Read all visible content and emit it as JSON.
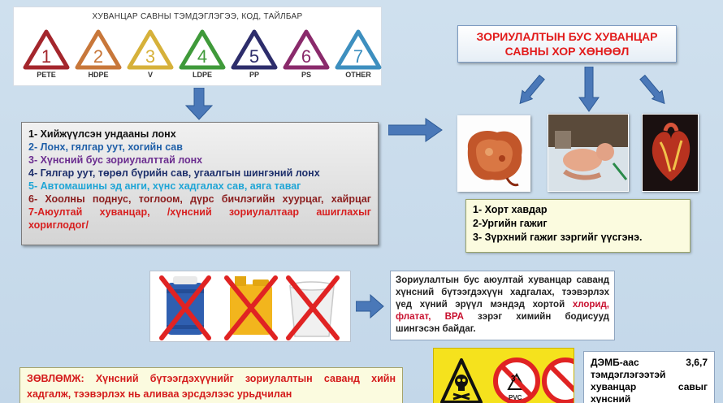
{
  "codes_panel": {
    "title": "ХУВАНЦАР САВНЫ ТЭМДЭГЛЭГЭЭ, КОД, ТАЙЛБАР",
    "codes": [
      {
        "number": "1",
        "label": "PETE",
        "color": "#a4262c"
      },
      {
        "number": "2",
        "label": "HDPE",
        "color": "#c8773a"
      },
      {
        "number": "3",
        "label": "V",
        "color": "#d6b13a"
      },
      {
        "number": "4",
        "label": "LDPE",
        "color": "#3f9a3a"
      },
      {
        "number": "5",
        "label": "PP",
        "color": "#2d2d6b"
      },
      {
        "number": "6",
        "label": "PS",
        "color": "#8a2a6b"
      },
      {
        "number": "7",
        "label": "OTHER",
        "color": "#3d8fbf"
      }
    ]
  },
  "list": {
    "items": [
      {
        "text": "1-  Хийжүүлсэн ундааны лонх",
        "color": "#111111"
      },
      {
        "text": "2- Лонх, гялгар уут, хогийн сав",
        "color": "#1f5fa8"
      },
      {
        "text": "3- Хүнсний бус зориулалттай лонх",
        "color": "#6b2d8f"
      },
      {
        "text": "4- Гялгар уут, төрөл бүрийн сав, угаалгын шингэний лонх",
        "color": "#1d2f6b"
      },
      {
        "text": "5- Автомашины эд анги, хүнс хадгалах сав, аяга таваг",
        "color": "#1ea5d6"
      },
      {
        "text": "6-  Хоолны поднус, тоглоом, дүрс бичлэгийн хуурцаг, хайрцаг",
        "color": "#8b1e1e"
      },
      {
        "text": "7-Аюултай хуванцар, /хүнсний зориулалтаар ашиглахыг хориглодог/",
        "color": "#d71f1f"
      }
    ]
  },
  "harm": {
    "title_line1": "ЗОРИУЛАЛТЫН БУС ХУВАНЦАР",
    "title_line2": "САВНЫ ХОР ХӨНӨӨЛ"
  },
  "effects": {
    "items": [
      "1- Хорт хавдар",
      "2-Ургийн гажиг",
      "3- Зүрхний гажиг зэргийг  үүсгэнэ."
    ]
  },
  "info": {
    "text_before": "Зориулалтын бус аюултай хуванцар саванд хүнсний бүтээгдэхүүн хадгалах, тээвэрлэх үед хүний эрүүл мэндэд хортой ",
    "highlight1": "хлорид,",
    "highlight2": "флатат,",
    "highlight3": "ВРА",
    "text_after": " зэрэг химийн бодисууд шингэсэн байдаг."
  },
  "advice": {
    "text": "ЗӨВЛӨМЖ: Хүнсний бүтээгдэхүүнийг зориулалтын саванд хийн  хадгалж, тээвэрлэх нь аливаа эрсдэлээс урьдчилан"
  },
  "warning": {
    "pvc_number": "3",
    "pvc_label": "PVC"
  },
  "who": {
    "line1_left": "ДЭМБ-аас",
    "line1_right": "3,6,7",
    "line2": "тэмдэглэгээтэй",
    "line3_left": "хуванцар",
    "line3_right": "савыг",
    "line4": "хүнсний"
  },
  "colors": {
    "background": "#c8dbeb",
    "arrow": "#4a78b8",
    "title_red": "#e21b1b"
  }
}
